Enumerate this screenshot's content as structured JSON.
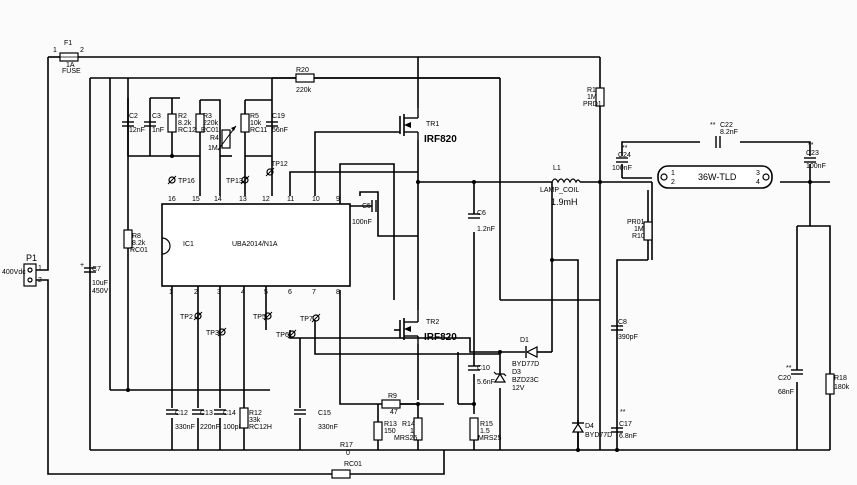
{
  "ic": {
    "ref": "IC1",
    "part": "UBA2014/N1A",
    "top_pins": [
      "16",
      "15",
      "14",
      "13",
      "12",
      "11",
      "10",
      "9"
    ],
    "bottom_pins": [
      "1",
      "2",
      "3",
      "4",
      "5",
      "6",
      "7",
      "8"
    ]
  },
  "fuse": {
    "ref": "F1",
    "value": "1A",
    "type": "FUSE",
    "pin1": "1",
    "pin2": "2"
  },
  "input": {
    "ref": "P1",
    "voltage": "400Vdc",
    "pin1": "1",
    "pin2": "2"
  },
  "c7": {
    "ref": "C7",
    "value": "10uF",
    "voltage": "450V"
  },
  "r20": {
    "ref": "R20",
    "value": "220k"
  },
  "r1": {
    "ref": "R1",
    "value": "1M",
    "footprint": "PRD1"
  },
  "c2": {
    "ref": "C2",
    "value": "12nF"
  },
  "c3": {
    "ref": "C3",
    "value": "1nF"
  },
  "r2": {
    "ref": "R2",
    "value": "8.2k",
    "footprint": "RC12H"
  },
  "r3": {
    "ref": "R3",
    "value": "220k",
    "footprint": "RC01"
  },
  "r4": {
    "ref": "R4",
    "value": "1M"
  },
  "r5": {
    "ref": "R5",
    "value": "10k",
    "footprint": "RC11"
  },
  "c19": {
    "ref": "C19",
    "value": "56nF"
  },
  "tr1": {
    "ref": "TR1",
    "part": "IRF820"
  },
  "tr2": {
    "ref": "TR2",
    "part": "IRF820"
  },
  "tp": {
    "tp16": "TP16",
    "tp13": "TP13",
    "tp12": "TP12",
    "tp2": "TP2",
    "tp3": "TP3",
    "tp5": "TP5",
    "tp6": "TP6",
    "tp7": "TP7"
  },
  "c5": {
    "ref": "C5",
    "value": "100nF"
  },
  "c6": {
    "ref": "C6",
    "value": "1.2nF"
  },
  "l1": {
    "ref": "L1",
    "type": "LAMP_COIL",
    "value": "1.9mH"
  },
  "c22": {
    "ref": "C22",
    "value": "8.2nF",
    "mark": "**"
  },
  "c24": {
    "ref": "C24",
    "value": "100nF",
    "mark": "**"
  },
  "c23": {
    "ref": "C23",
    "value": "100nF",
    "mark": "**"
  },
  "lamp": {
    "label": "36W-TLD",
    "pin1": "1",
    "pin2": "2",
    "pin3": "3",
    "pin4": "4"
  },
  "pr01": {
    "ref": "PR01",
    "value": "1M",
    "ref2": "R10"
  },
  "r8": {
    "ref": "R8",
    "value": "8.2k",
    "footprint": "RC01"
  },
  "c8": {
    "ref": "C8",
    "value": "390pF"
  },
  "d1": {
    "ref": "D1",
    "part": "BYD77D"
  },
  "d3": {
    "ref": "D3",
    "part": "BZD23C",
    "voltage": "12V"
  },
  "c10": {
    "ref": "C10",
    "value": "5.6nF"
  },
  "c20": {
    "ref": "C20",
    "value": "68nF",
    "mark": "**"
  },
  "r18": {
    "ref": "R18",
    "value": "180k"
  },
  "c12": {
    "ref": "C12",
    "value": "330nF"
  },
  "c13": {
    "ref": "C13",
    "value": "220nF"
  },
  "c14": {
    "ref": "C14",
    "value": "100pF"
  },
  "r12": {
    "ref": "R12",
    "value": "33k",
    "footprint": "RC12H"
  },
  "c15": {
    "ref": "C15",
    "value": "330nF"
  },
  "r9": {
    "ref": "R9",
    "value": "47"
  },
  "r13": {
    "ref": "R13",
    "value": "150"
  },
  "r14": {
    "ref": "R14",
    "value": "1",
    "footprint": "MRS25"
  },
  "r15": {
    "ref": "R15",
    "value": "1.5",
    "footprint": "MRS25"
  },
  "r17": {
    "ref": "R17",
    "value": "0",
    "footprint": "RC01"
  },
  "d4": {
    "ref": "D4",
    "part": "BYD77D"
  },
  "c17": {
    "ref": "C17",
    "value": "6.8nF",
    "mark": "**"
  }
}
